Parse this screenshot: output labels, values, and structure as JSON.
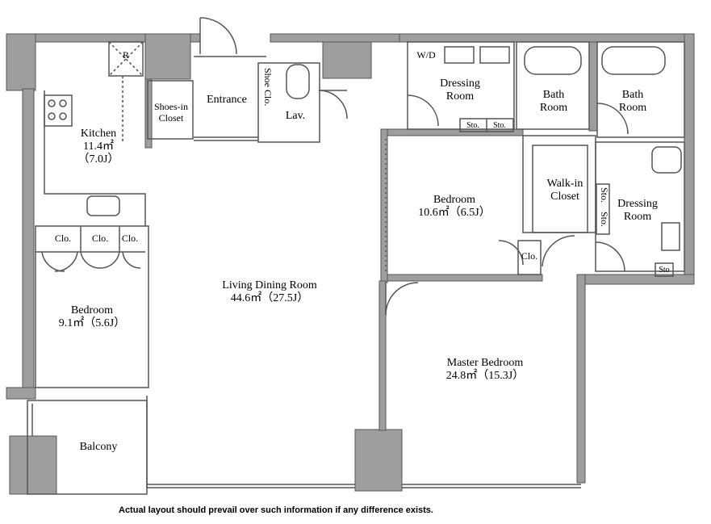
{
  "rooms": {
    "kitchen": {
      "name": "Kitchen",
      "area": "11.4㎡",
      "tatami": "（7.0J）"
    },
    "living": {
      "name": "Living Dining Room",
      "area": "44.6㎡（27.5J）"
    },
    "bedroom_left": {
      "name": "Bedroom",
      "area": "9.1㎡（5.6J）"
    },
    "bedroom_center": {
      "name": "Bedroom",
      "area": "10.6㎡（6.5J）"
    },
    "master": {
      "name": "Master Bedroom",
      "area": "24.8㎡（15.3J）"
    },
    "balcony": {
      "name": "Balcony"
    },
    "entrance": {
      "name": "Entrance"
    },
    "shoes_closet": {
      "line1": "Shoes-in",
      "line2": "Closet"
    },
    "lav": {
      "name": "Lav."
    },
    "shoe_clo": {
      "line1": "Shoe",
      "line2": "Clo."
    },
    "wd": {
      "name": "W/D"
    },
    "dressing_top": {
      "line1": "Dressing",
      "line2": "Room"
    },
    "bath1": {
      "line1": "Bath",
      "line2": "Room"
    },
    "bath2": {
      "line1": "Bath",
      "line2": "Room"
    },
    "walkin": {
      "line1": "Walk-in",
      "line2": "Closet"
    },
    "dressing_right": {
      "line1": "Dressing",
      "line2": "Room"
    },
    "fridge": {
      "name": "R"
    }
  },
  "storage": {
    "clo_1": "Clo.",
    "clo_2": "Clo.",
    "clo_3": "Clo.",
    "clo_bed": "Clo.",
    "sto_1": "Sto.",
    "sto_2": "Sto.",
    "sto_3": "Sto.",
    "sto_4": "Sto.",
    "sto_5": "Sto"
  },
  "footer": {
    "note": "Actual layout should prevail over such information if any difference exists."
  },
  "colors": {
    "wall": "#9e9e9e",
    "line": "#555555",
    "background": "#ffffff"
  }
}
